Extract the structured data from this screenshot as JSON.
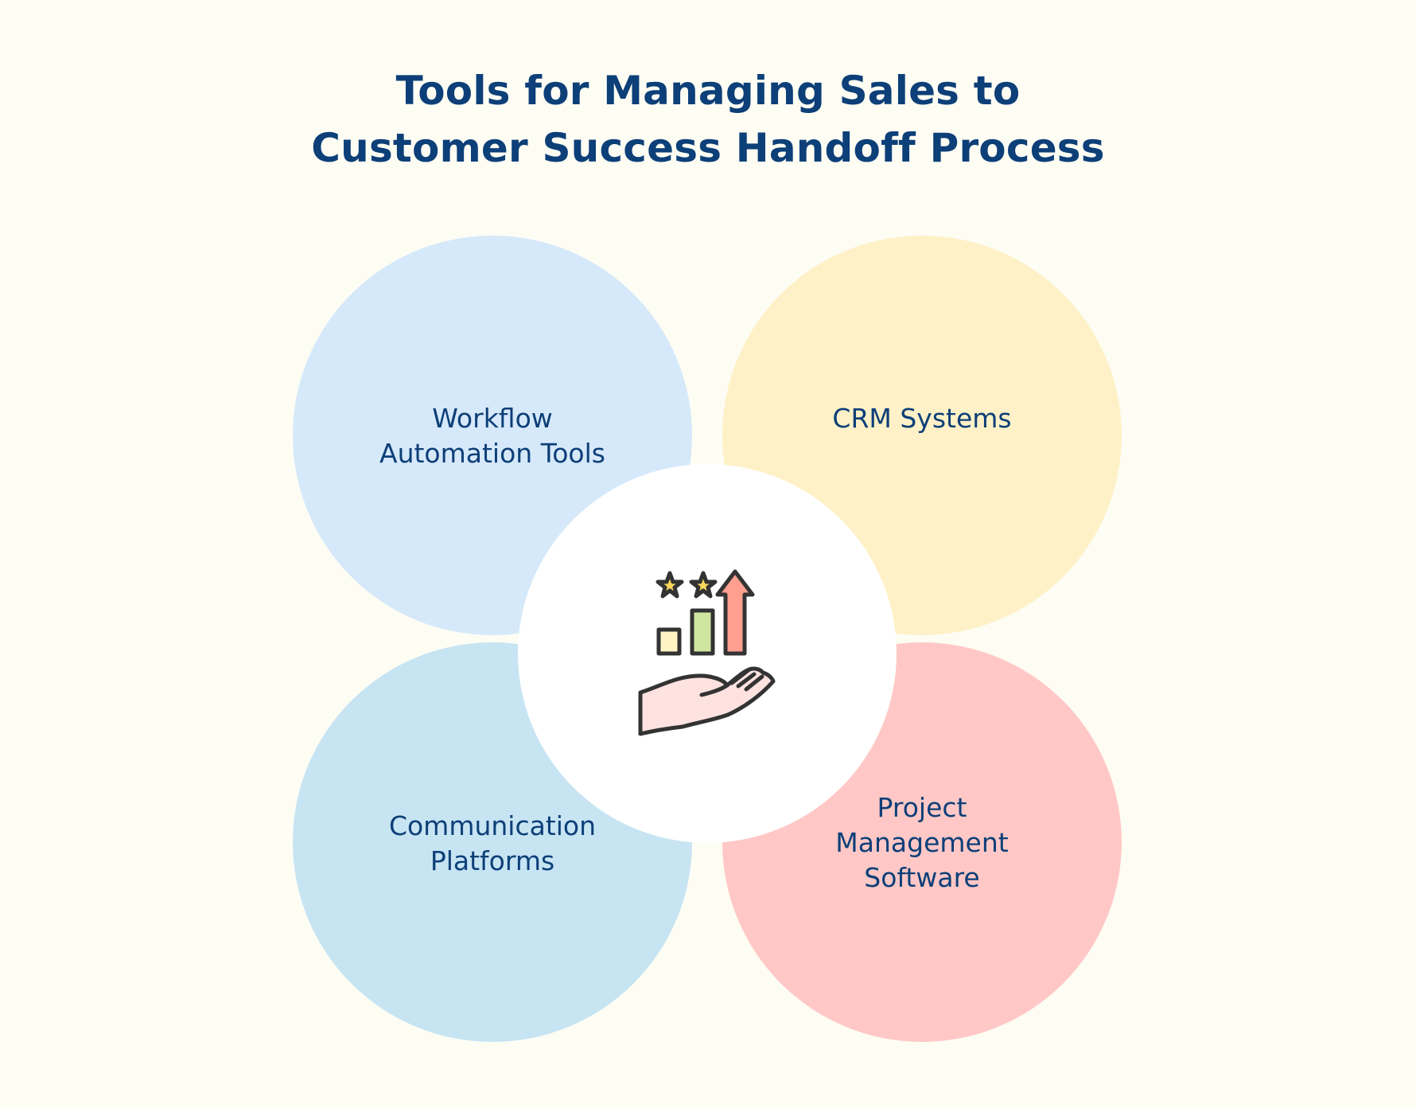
{
  "title": {
    "line1": "Tools for Managing Sales to",
    "line2": "Customer Success Handoff Process"
  },
  "segments": [
    {
      "id": "workflow",
      "lines": [
        "Workflow",
        "Automation Tools"
      ],
      "color": "#d6e9fa"
    },
    {
      "id": "crm",
      "lines": [
        "CRM Systems"
      ],
      "color": "#fff1c7"
    },
    {
      "id": "communication",
      "lines": [
        "Communication",
        "Platforms"
      ],
      "color": "#c7e4f3"
    },
    {
      "id": "project",
      "lines": [
        "Project",
        "Management",
        "Software"
      ],
      "color": "#ffc8c6"
    }
  ],
  "center": {
    "icon": "hand-growth-chart-icon",
    "color": "#ffffff"
  },
  "colors": {
    "background": "#fdfdf4",
    "text": "#0d3f78"
  }
}
